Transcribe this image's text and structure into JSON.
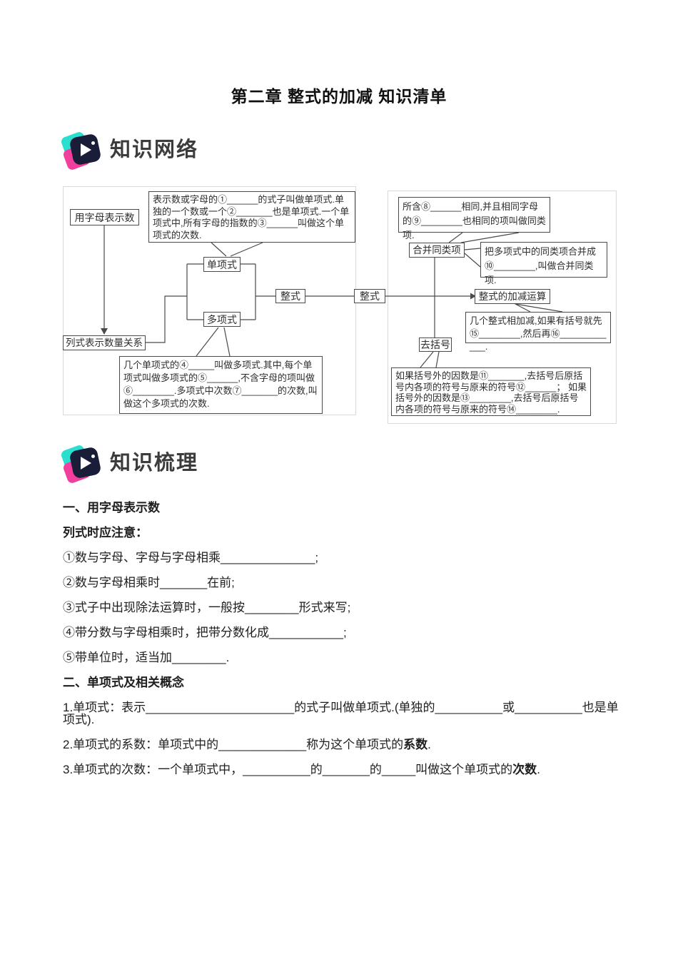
{
  "page_title": "第二章 整式的加减 知识清单",
  "logos": {
    "network_label": "知识网络",
    "review_label": "知识梳理",
    "colors": {
      "teal": "#2ADFD0",
      "pink": "#F23F9D",
      "navy": "#1A1D38"
    }
  },
  "diagram": {
    "nodes": {
      "use_letters": "用字母表示数",
      "list_relation": "列式表示数量关系",
      "monomial": "单项式",
      "polynomial": "多项式",
      "integral_left": "整式",
      "integral_right": "整式",
      "combine_like_terms": "合并同类项",
      "add_sub_operation": "整式的加减运算",
      "remove_brackets": "去括号"
    },
    "callouts": {
      "monomial_def": "表示数或字母的①______的式子叫做单项式.单独的一个数或一个②_______也是单项式.一个单项式中,所有字母的指数的③______叫做这个单项式的次数.",
      "polynomial_def": "几个单项式的④_____叫做多项式.其中,每个单项式叫做多项式的⑤______,不含字母的项叫做⑥________.多项式中次数⑦_______的次数,叫做这个多项式的次数.",
      "like_terms_def": "所含⑧______相同,并且相同字母的⑨________也相同的项叫做同类项.",
      "combine_def": "把多项式中的同类项合并成⑩________,叫做合并同类项.",
      "add_sub_def": "几个整式相加减,如果有括号就先⑮________,然后再⑯____________.",
      "brackets_def": "如果括号外的因数是⑪_______,去括号后原括号内各项的符号与原来的符号⑫______； 如果括号外的因数是⑬________,去括号后原括号内各项的符号与原来的符号⑭________."
    }
  },
  "content": {
    "section1_title": "一、用字母表示数",
    "section1_note": "列式时应注意：",
    "section1_items": [
      "①数与字母、字母与字母相乘______________;",
      "②数与字母相乘时_______在前;",
      "③式子中出现除法运算时，一般按________形式来写;",
      "④带分数与字母相乘时，把带分数化成___________;",
      "⑤带单位时，适当加________."
    ],
    "section2_title": "二、单项式及相关概念",
    "section2_items": [
      {
        "pre": "1.单项式：表示______________________的式子叫做单项式.(单独的__________或__________也是单项式).",
        "bold": "",
        "post": ""
      },
      {
        "pre": "2.单项式的系数：单项式中的_____________称为这个单项式的",
        "bold": "系数",
        "post": "."
      },
      {
        "pre": "3.单项式的次数：一个单项式中，__________的_______的_____叫做这个单项式的",
        "bold": "次数",
        "post": "."
      }
    ]
  }
}
